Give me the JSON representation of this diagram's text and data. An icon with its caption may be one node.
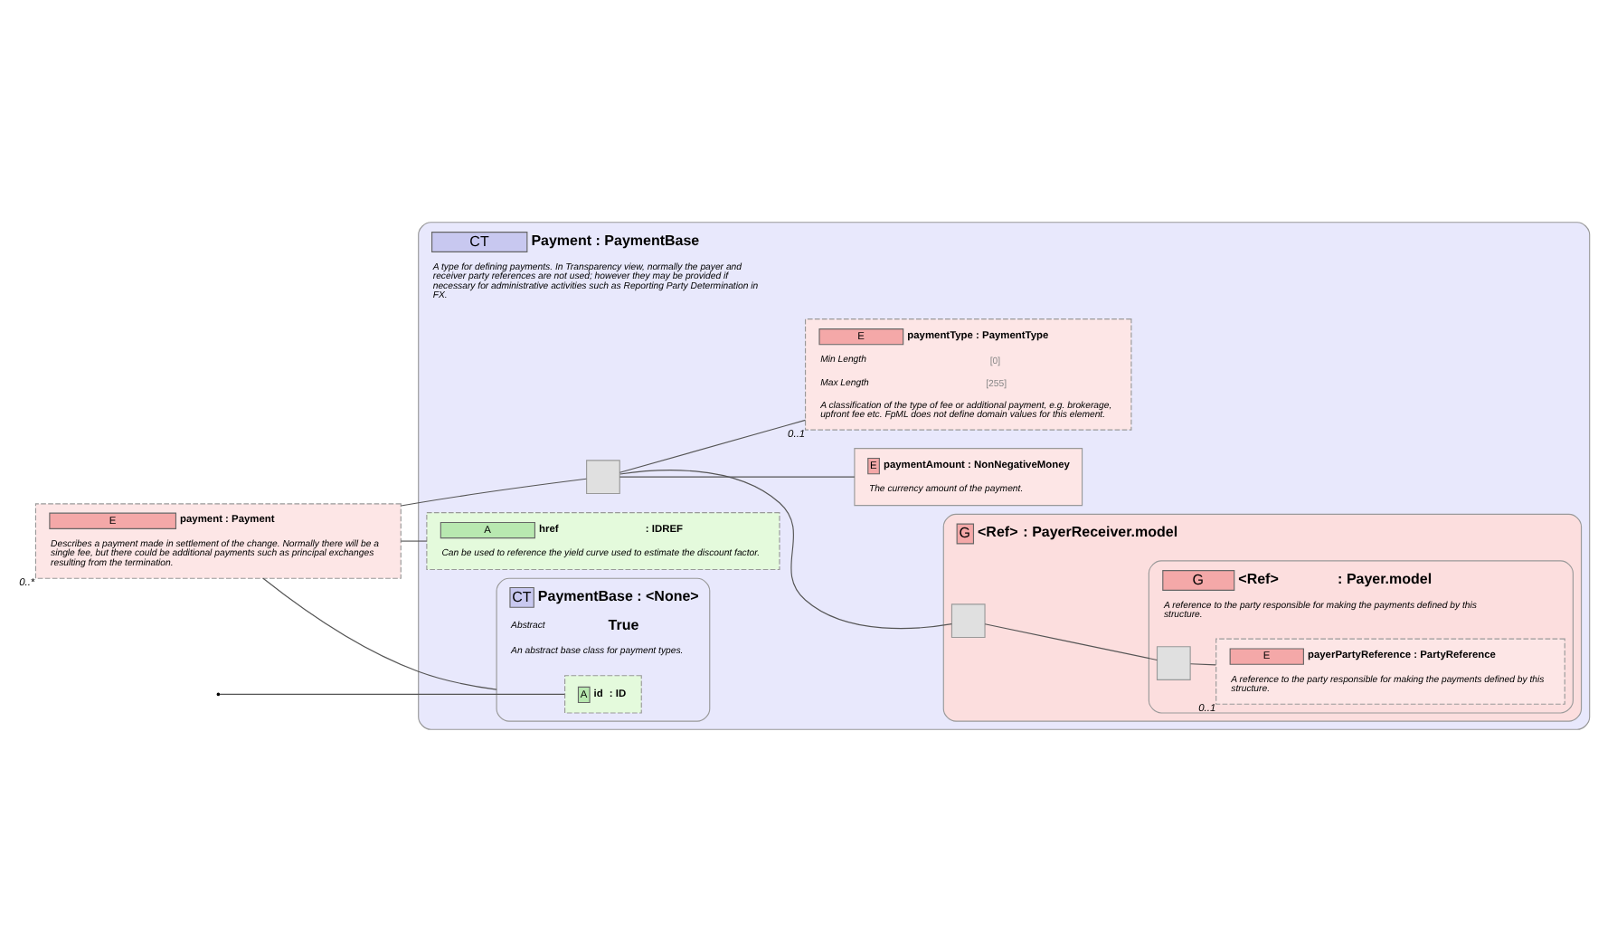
{
  "diagram": {
    "nodes": [
      {
        "text": [
          "E",
          "payment : Payment",
          "Describes a payment made in settlement of the change. Normally there will be a single fee, but there could be additional payments such as principal exchanges resulting from the termination."
        ],
        "beside": [
          "0..*"
        ]
      },
      {
        "text": [
          "CT",
          "Payment : PaymentBase",
          "A type for defining payments. In Transparency view, normally the payer and receiver party references are not used; however they may be provided if necessary for administrative activities such as Reporting Party Determination in FX."
        ]
      },
      {
        "text": [
          "A",
          "href",
          ": IDREF",
          "Can be used to reference the yield curve used to estimate the discount factor."
        ],
        "in": 1
      },
      {
        "text": [
          "CT",
          "PaymentBase : <None>",
          "Abstract",
          "True",
          "An abstract base class for payment types."
        ],
        "in": 1
      },
      {
        "text": [
          "A",
          "id",
          ": ID"
        ],
        "in": 3
      },
      {
        "text": [],
        "shape": "box",
        "in": 1
      },
      {
        "text": [
          "G",
          "<Ref>",
          ": PayerReceiver.model"
        ],
        "in": 1
      },
      {
        "text": [],
        "shape": "box",
        "in": 6
      },
      {
        "text": [
          "G",
          "<Ref>",
          ": Payer.model",
          "A reference to the party responsible for making the payments defined by this structure."
        ],
        "in": 6
      },
      {
        "text": [],
        "shape": "box",
        "in": 8
      },
      {
        "text": [
          "E",
          "payerPartyReference : PartyReference",
          "A reference to the party responsible for making the payments defined by this structure."
        ],
        "beside": [
          "0..1"
        ],
        "in": 8
      },
      {
        "text": [
          "E",
          "paymentAmount : NonNegativeMoney",
          "The currency amount of the payment."
        ],
        "in": 1
      },
      {
        "text": [
          "E",
          "paymentType : PaymentType",
          "Min Length",
          "[0]",
          "Max Length",
          "[255]",
          "A classification of the type of fee or additional payment, e.g. brokerage, upfront fee etc. FpML does not define domain values for this element."
        ],
        "beside": [
          "0..1"
        ],
        "in": 1
      }
    ],
    "edges": [
      {
        "from": 0,
        "to": 2,
        "arrow": "none"
      },
      {
        "from": 0,
        "to": 3,
        "arrow": "none"
      },
      {
        "from": 0,
        "to": 5,
        "arrow": "none"
      },
      {
        "from": null,
        "to": 4,
        "arrow": "none"
      },
      {
        "from": 5,
        "to": 7,
        "arrow": "none"
      },
      {
        "from": 7,
        "to": 9,
        "arrow": "none"
      },
      {
        "from": 9,
        "to": 10,
        "arrow": "none"
      },
      {
        "from": 5,
        "to": 11,
        "arrow": "none"
      },
      {
        "from": 5,
        "to": 12,
        "arrow": "none"
      }
    ]
  }
}
